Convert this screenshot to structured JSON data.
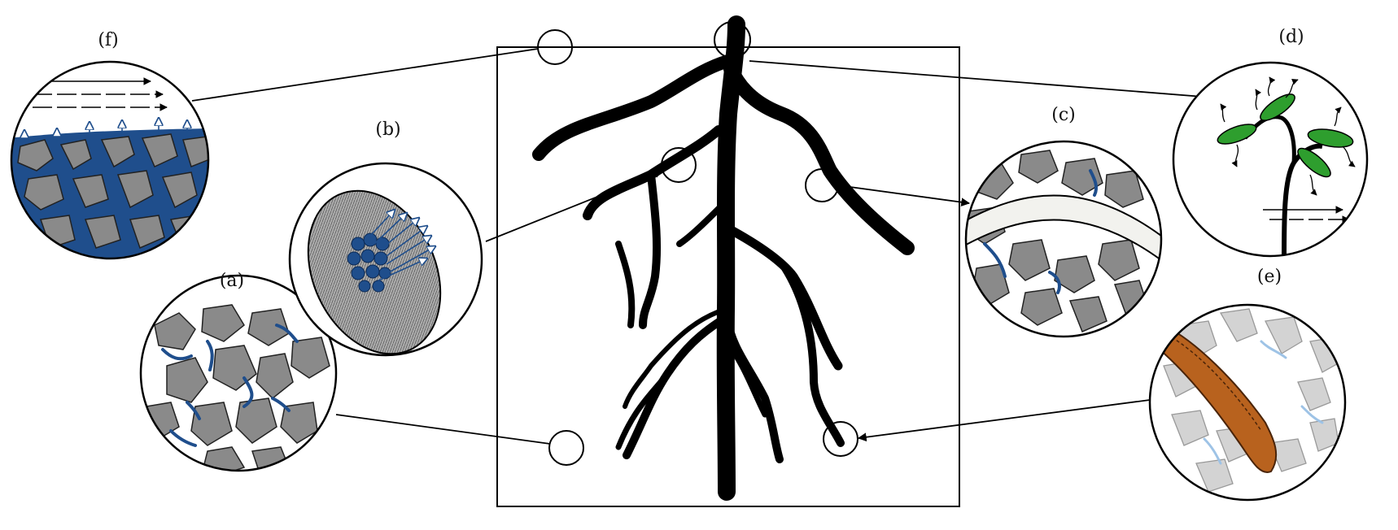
{
  "panels": {
    "a": {
      "label": "(a)"
    },
    "b": {
      "label": "(b)"
    },
    "c": {
      "label": "(c)"
    },
    "d": {
      "label": "(d)"
    },
    "e": {
      "label": "(e)"
    },
    "f": {
      "label": "(f)"
    }
  },
  "colors": {
    "ink": "#000000",
    "soil_grain": "#8a8a8a",
    "water": "#1f4e8c",
    "leaf": "#2e9e2e",
    "root_tissue": "#b8621e",
    "pale_grain": "#d3d3d3",
    "pale_water": "#9ec3e6"
  }
}
